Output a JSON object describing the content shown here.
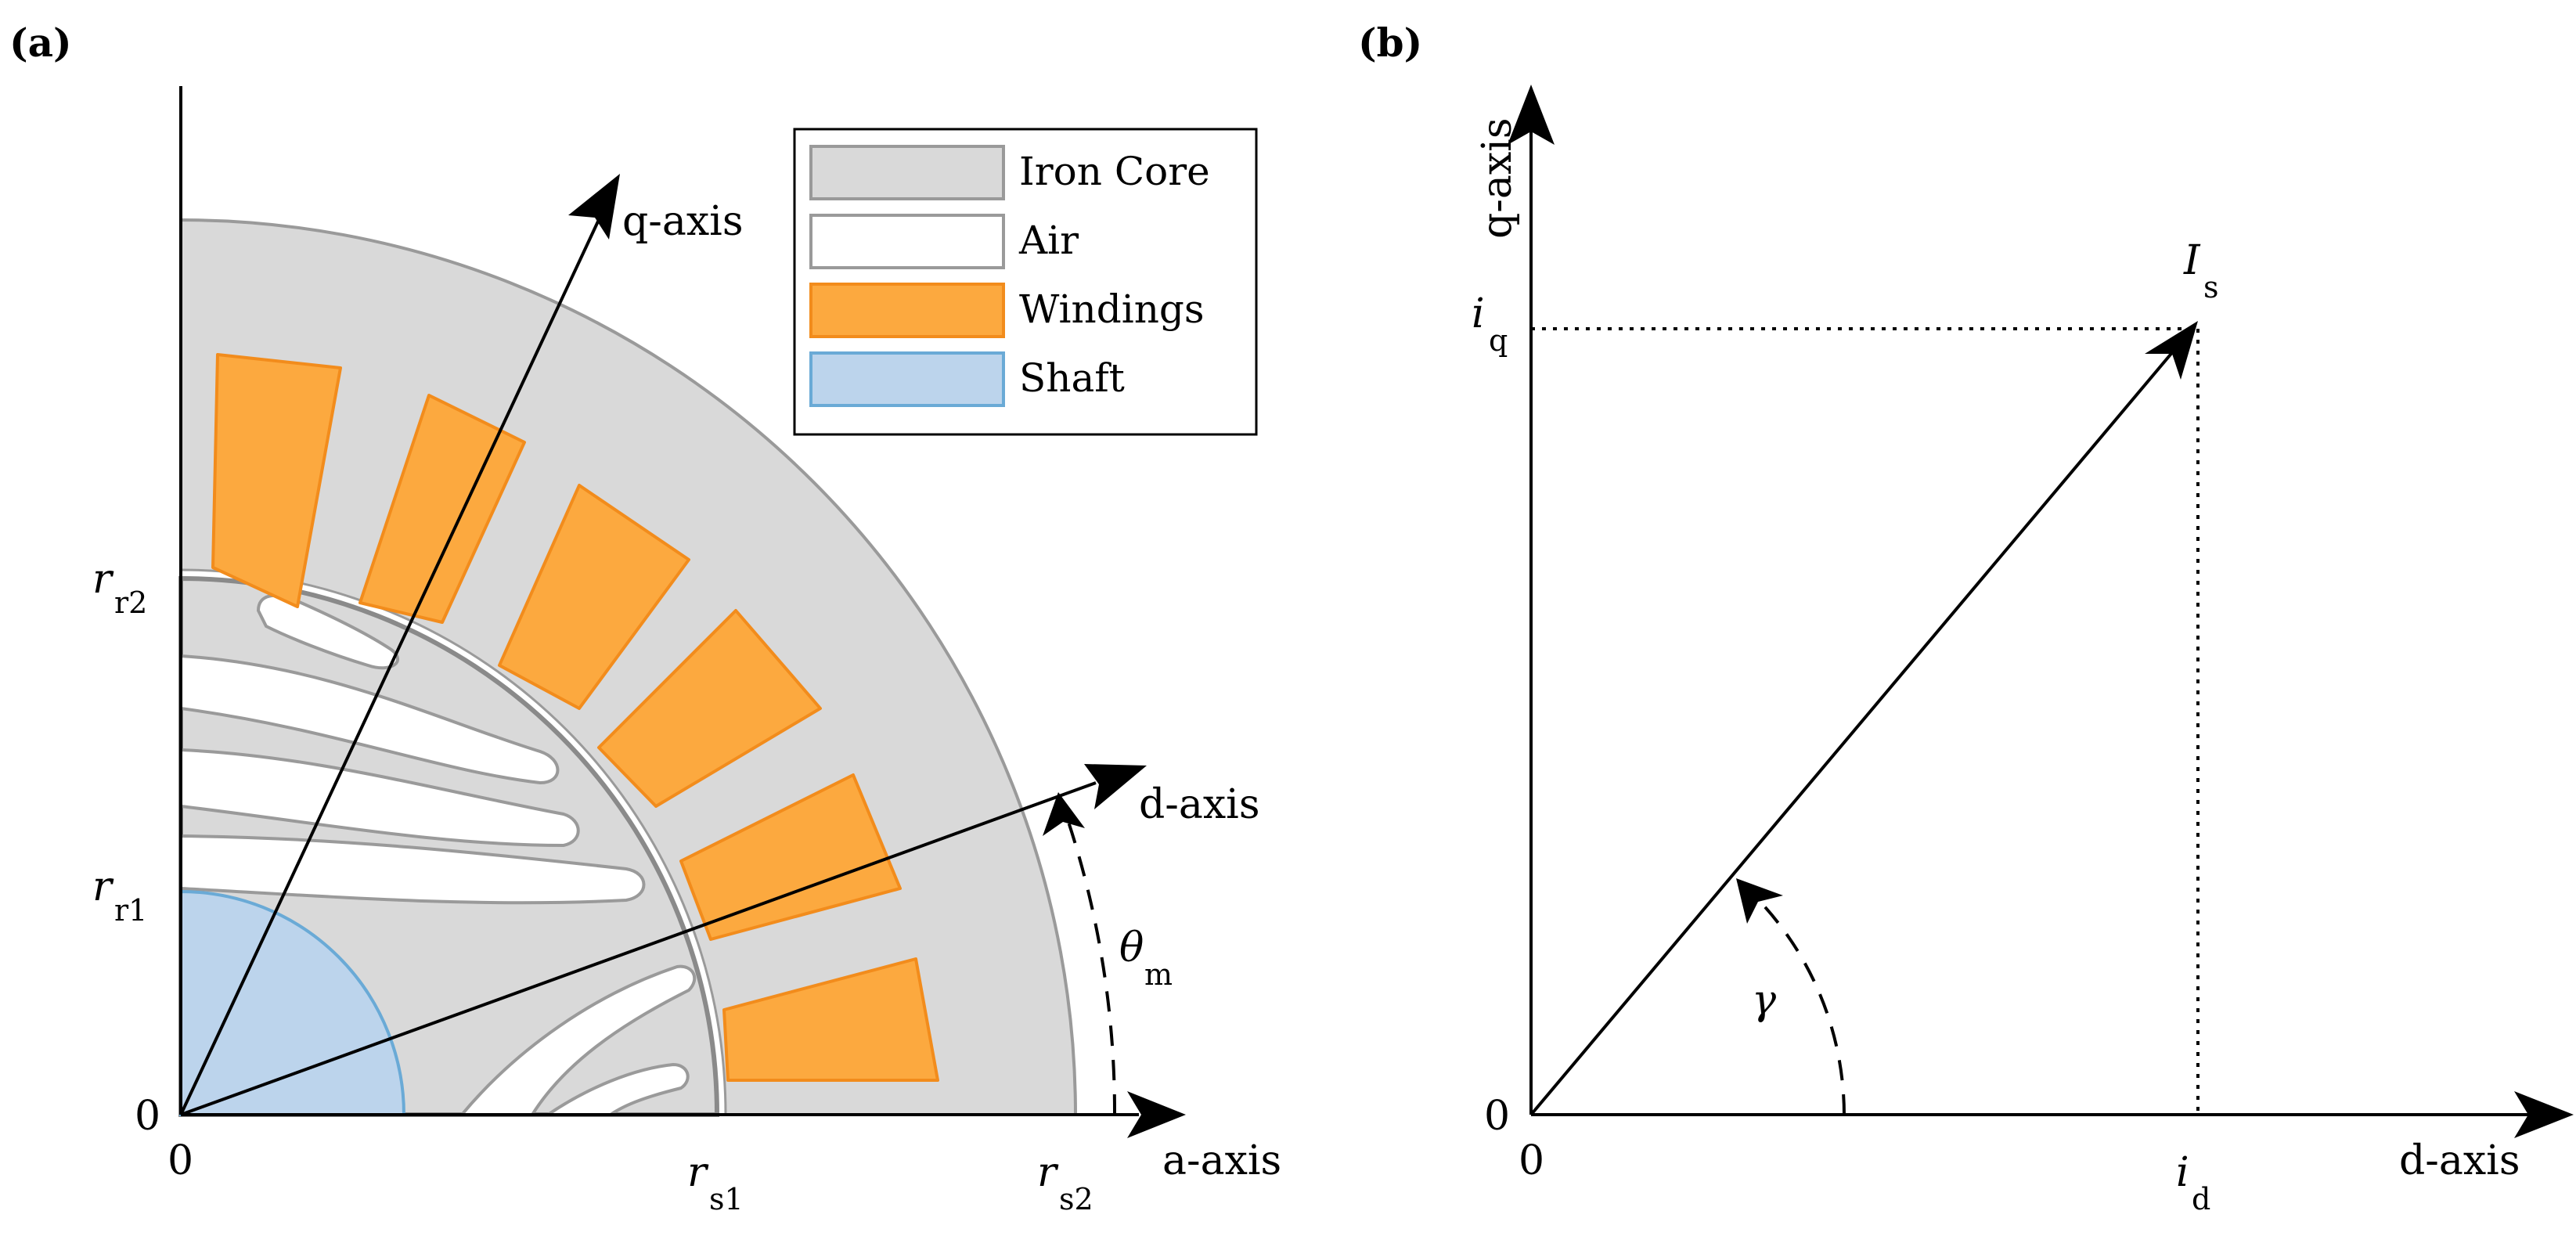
{
  "panel_a": {
    "label": "(a)",
    "legend": [
      {
        "label": "Iron Core",
        "fill": "#d9d9d9",
        "stroke": "#9a9a9a"
      },
      {
        "label": "Air",
        "fill": "#ffffff",
        "stroke": "#9a9a9a"
      },
      {
        "label": "Windings",
        "fill": "#fca93f",
        "stroke": "#f28c1c"
      },
      {
        "label": "Shaft",
        "fill": "#bcd4ec",
        "stroke": "#6aaad6"
      }
    ],
    "axes": {
      "q_axis": "q-axis",
      "d_axis": "d-axis",
      "a_axis": "a-axis",
      "origin_x": "0",
      "origin_y": "0",
      "theta": "θ",
      "theta_sub": "m"
    },
    "radii": {
      "r_sym": "r",
      "r2_sub": "r2",
      "r1_sub": "r1",
      "s1_sub": "s1",
      "s2_sub": "s2"
    }
  },
  "panel_b": {
    "label": "(b)",
    "axes": {
      "q_axis": "q-axis",
      "d_axis": "d-axis",
      "origin_x": "0",
      "origin_y": "0"
    },
    "vector": {
      "sym": "I",
      "sub": "s"
    },
    "iq": {
      "sym": "i",
      "sub": "q"
    },
    "id": {
      "sym": "i",
      "sub": "d"
    },
    "gamma": "γ"
  },
  "colors": {
    "iron": "#d9d9d9",
    "iron_stroke": "#9a9a9a",
    "winding": "#fca93f",
    "winding_stroke": "#f28c1c",
    "shaft": "#bcd4ec",
    "shaft_stroke": "#6aaad6"
  }
}
